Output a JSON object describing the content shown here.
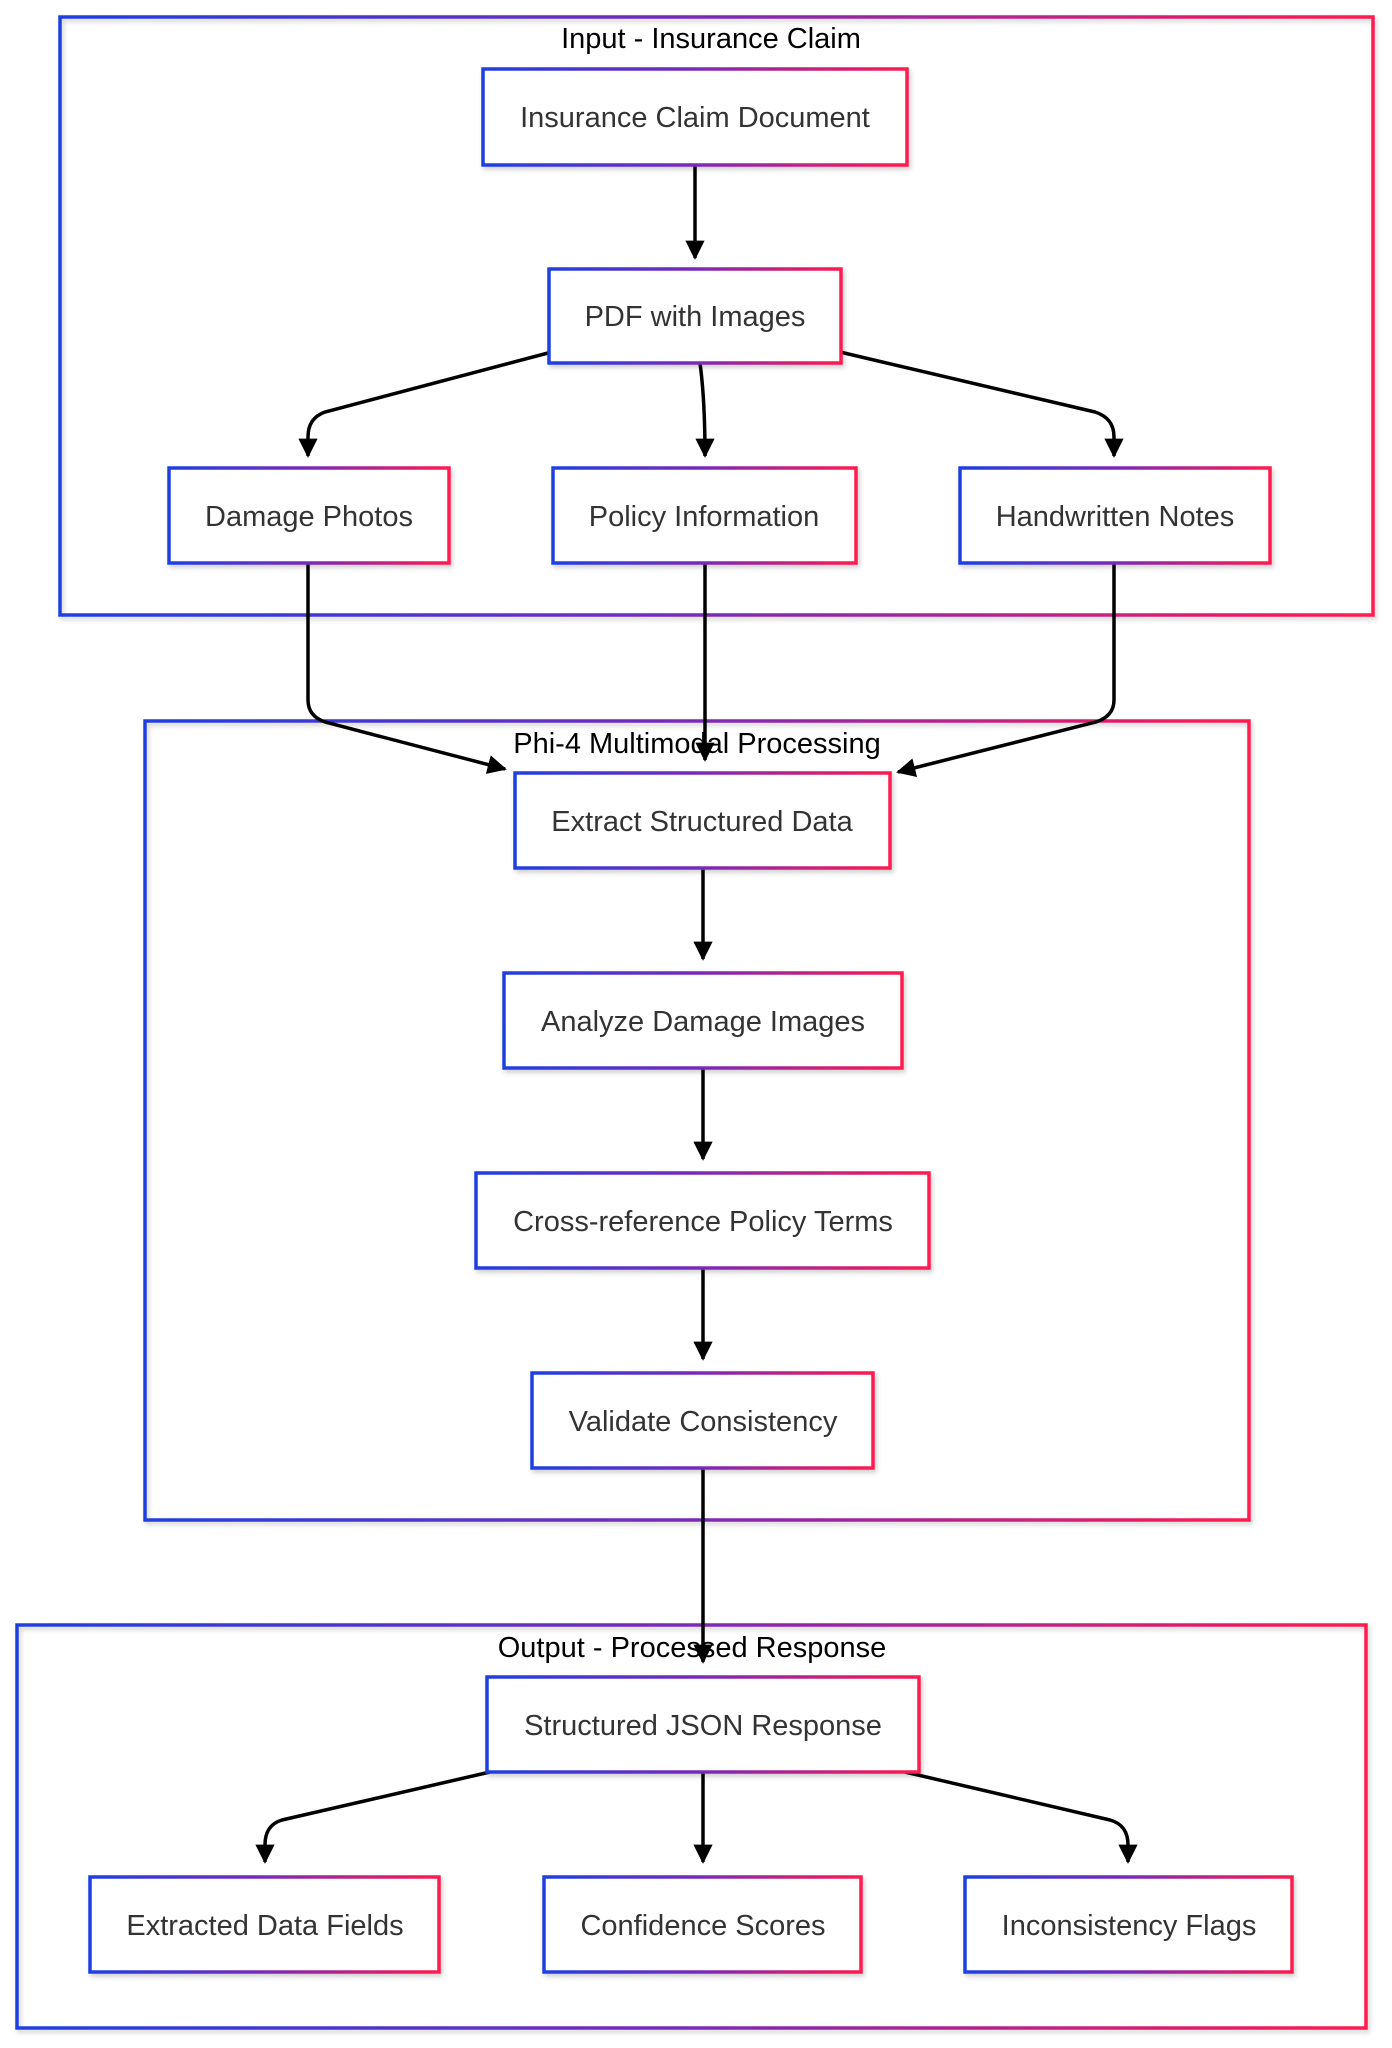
{
  "diagram": {
    "colors": {
      "gradient_start": "#1f3fe0",
      "gradient_mid": "#7a2ab8",
      "gradient_end": "#ff1a4f",
      "edge": "#000000",
      "node_fill": "#ffffff",
      "text": "#333333"
    },
    "clusters": {
      "input": {
        "label": "Input - Insurance Claim"
      },
      "processing": {
        "label": "Phi-4 Multimodal Processing"
      },
      "output": {
        "label": "Output - Processed Response"
      }
    },
    "nodes": {
      "claim_doc": {
        "label": "Insurance Claim Document"
      },
      "pdf": {
        "label": "PDF with Images"
      },
      "damage_photos": {
        "label": "Damage Photos"
      },
      "policy_info": {
        "label": "Policy Information"
      },
      "handwritten": {
        "label": "Handwritten Notes"
      },
      "extract": {
        "label": "Extract Structured Data"
      },
      "analyze": {
        "label": "Analyze Damage Images"
      },
      "crossref": {
        "label": "Cross-reference Policy Terms"
      },
      "validate": {
        "label": "Validate Consistency"
      },
      "json_resp": {
        "label": "Structured JSON Response"
      },
      "fields": {
        "label": "Extracted Data Fields"
      },
      "confidence": {
        "label": "Confidence Scores"
      },
      "flags": {
        "label": "Inconsistency Flags"
      }
    },
    "edges": [
      {
        "from": "claim_doc",
        "to": "pdf"
      },
      {
        "from": "pdf",
        "to": "damage_photos"
      },
      {
        "from": "pdf",
        "to": "policy_info"
      },
      {
        "from": "pdf",
        "to": "handwritten"
      },
      {
        "from": "damage_photos",
        "to": "extract"
      },
      {
        "from": "policy_info",
        "to": "extract"
      },
      {
        "from": "handwritten",
        "to": "extract"
      },
      {
        "from": "extract",
        "to": "analyze"
      },
      {
        "from": "analyze",
        "to": "crossref"
      },
      {
        "from": "crossref",
        "to": "validate"
      },
      {
        "from": "validate",
        "to": "json_resp"
      },
      {
        "from": "json_resp",
        "to": "fields"
      },
      {
        "from": "json_resp",
        "to": "confidence"
      },
      {
        "from": "json_resp",
        "to": "flags"
      }
    ]
  }
}
